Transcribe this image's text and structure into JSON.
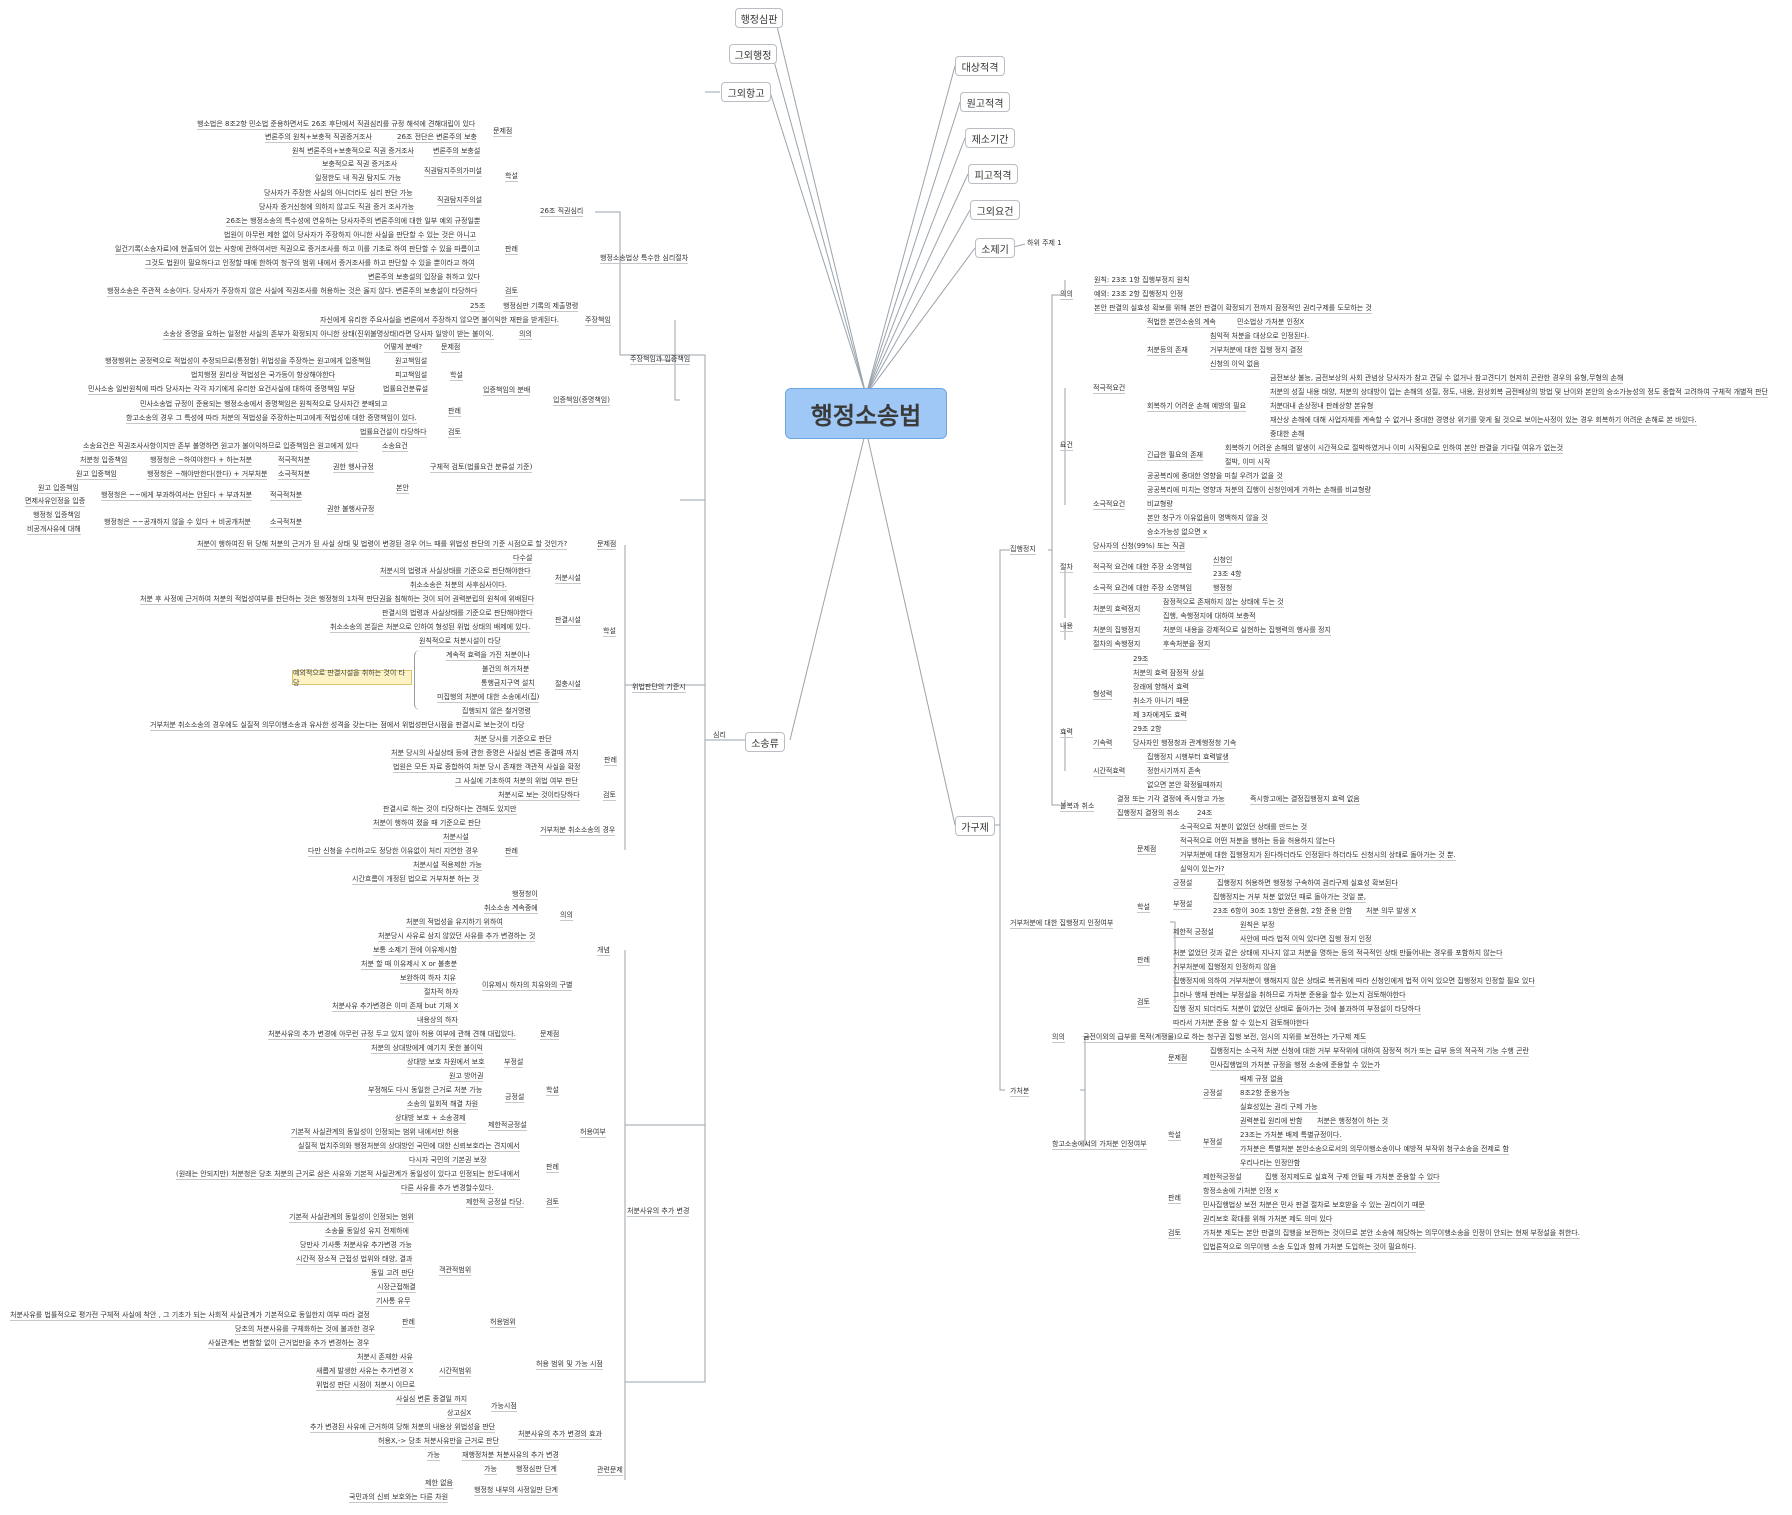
{
  "central": "행정소송법",
  "branches_top": [
    "행정심판",
    "그외행정",
    "그외항고"
  ],
  "branches_right": [
    "대상적격",
    "원고적격",
    "제소기간",
    "피고적격",
    "그외요건",
    "소제기"
  ],
  "branch_sojegi_child": "하위 주제 1",
  "branch_sosongryu": "소송류",
  "branch_gagujae": "가구제",
  "left_texts": {
    "a1": "행소법은 8조2항 민소법 준용하면서도 26조 후단에서 직권심리를 규정 해석에 견해대립이 있다",
    "a2": "문제점",
    "a3": "변론주의 원칙+보충적 직권증거조사",
    "a4": "26조 전단은 변론주의 보충",
    "a5": "원칙 변론주의+보충적으로 직권 증거조사",
    "a6": "변론주의 보충설",
    "a7": "보충적으로 직권 증거조사",
    "a8": "직권탐지주의가미설",
    "a9": "일정한도 내 직권 탐지도 가능",
    "a10": "학설",
    "a11": "당사자가 주장한 사실의 아니더라도 심리 판단 가능",
    "a12": "직권탐지주의설",
    "a13": "당사자 증거신청에 의하지 않고도 직권 증거 조사가능",
    "a14": "26조는 행정소송의 특수성에 연유하는 당사자주의 변론주의에 대한 일부 예외 규정일뿐",
    "a15": "법원이 아무런 제한 없이 당사자가 주장하지 아니한 사실을 판단할 수 있는 것은 아니고",
    "a16": "일건기록(소송자료)에 현출되어 있는 사항에 관하여서만 직권으로 증거조사를 하고 이를 기초로 하여 판단할 수 있을 따름이고",
    "a17": "판례",
    "a18": "그것도 법원이 필요하다고 인정할 때에 한하여 청구의 범위 내에서 증거조사를 하고 판단할 수 있을 뿐이라고 하여",
    "a19": "26조 직권심리",
    "a20": "변론주의 보충설의 입장을 취하고 있다",
    "a21": "행정소송은 주관적 소송이다. 당사자가 주장하지 않은 사실에 직권조사를 허용하는 것은 옳지 않다. 변론주의 보충설이 타당하다",
    "a22": "검토",
    "a23": "행정소송법상 특수한 심리절차",
    "a24": "25조",
    "a25": "행정심판 기록의 제출명령",
    "b1": "자신에게 유리한 주요사실을 변론에서 주장하지 않으면 불이익한 재판을 받게된다.",
    "b2": "주장책임",
    "b3": "소송상 증명을 요하는 일정한 사실의 존부가 확정되지 아니한 상태(진위불명상태)라면 당사자 일방이 받는 불이익.",
    "b4": "의의",
    "b5": "어떻게 분배?",
    "b6": "문제점",
    "b7": "행정행위는 공정력으로 적법성이 추정되므로(통정함) 위법성을 주장하는 원고에게 입증책임",
    "b8": "원고책임설",
    "b9": "법치행정 원리상 적법성은 국가등이 항상해야한다",
    "b10": "피고책임설",
    "b11": "민사소송 일반원칙에 따라 당사자는 각각 자기에게 유리한 요건사실에 대하여 증명책임 부담",
    "b12": "법률요건분류설",
    "b13": "학설",
    "b14": "입증책임의 분배",
    "b15": "민사소송법 규정이 준용되는 행정소송에서 증명책임은 원칙적으로 당사자간 분배되고",
    "b16": "판례",
    "b17": "항고소송의 경우 그 특성에 따라 처분의 적법성을 주장하는피고에게 적법성에 대한 증명책임이 있다.",
    "b18": "입증책임(증명책임)",
    "b19": "주장책임과 입증책임",
    "b20": "법률요건설이 타당하다",
    "b21": "검토",
    "b22": "소송요건은 직권조사사항이지만 존부 불명하면 원고가 불이익하므로 입증책임은 원고에게 있다",
    "b23": "소송요건",
    "b24": "처분청 입증책임",
    "b25": "행정청은 ~하여야한다 + 하는처분",
    "b26": "적극적처분",
    "b27": "권한 행사규정",
    "b28": "원고 입증책임",
    "b29": "행정청은 ~해야만한다(한다) + 거부처분",
    "b30": "소극적처분",
    "b31": "구체적 검토(법률요건 분류설 기준)",
    "b32": "원고 입증책임",
    "b33": "행정청은 ~~에게 부과하여서는 안된다 + 부과처분",
    "b34": "적극적처분",
    "b35": "면제사유인정을 입증",
    "b36": "본안",
    "b37": "권한 불행사규정",
    "b38": "행정청 입증책임",
    "b39": "행정청은 ~~공개하지 않을 수 있다 + 비공개처분",
    "b40": "소극적처분",
    "b41": "비공개사유에 대해",
    "c1": "처분이 행하여진 뒤 당해 처분의 근거가 된 사실 상태 및 법령이 변경된 경우 어느 때를 위법성 판단의 기준 시점으로 할 것인가?",
    "c2": "문제점",
    "c3": "다수설",
    "c4": "처분시의 법령과 사실상태를 기준으로 판단해야한다",
    "c5": "처분시설",
    "c6": "취소소송은 처분의 사후심사이다.",
    "c7": "처분 후 사정에 근거하여 처분의 적법성여부를 판단하는 것은 행정청의 1차적 판단권을 침해하는 것이 되어 권력분립의 원칙에 위배된다",
    "c8": "판결시의 법령과 사실상태를 기준으로 판단해야한다",
    "c9": "판결시설",
    "c10": "학설",
    "c11": "취소소송의 본질은 처분으로 인하여 형성된 위법 상태의 배제에 있다.",
    "c12": "원칙적으로 처분시설이 타당",
    "c13": "계속적 효력을 가진 처분이나",
    "c14": "미집행의 처분",
    "c15": "예외적으로 판결시설을 취하는 것이 타당",
    "c16": "절충시설",
    "c17": "불건의 허가처분",
    "c18": "통행금지구역 설치",
    "c19": "미집행의 처분에 대한 소송에서(집)",
    "c20": "집행되지 않은 철거명령",
    "c21": "거부처분 취소소송의 경우에도 실질적 의무이행소송과 유사한 성격을 갖는다는 점에서 위법성판단시점을 판결시로 보는것이 타당",
    "c22": "처분 당시를 기준으로 판단",
    "c23": "처분 당시의 사실상태 등에 관한 증명은 사실심 변론 종결때 까지",
    "c24": "판례",
    "c25": "법원은 모든 자료 종합하여 처분 당시 존재한 객관적 사실을 확정",
    "c26": "위법판단의 기준시",
    "c27": "그 사실에 기초하여 처분의 위법 여부 판단",
    "c28": "처분시로 보는 것이타당하다",
    "c29": "검토",
    "c30": "판결시로 하는 것이 타당하다는 견해도 있지만",
    "c31": "처분이 행하여 졌을 때 기준으로 판단",
    "c32": "거부처분 취소소송의 경우",
    "c33": "처분시설",
    "c34": "판례",
    "c35": "다만 신청을 수리하고도 정당한 이유없이 처리 지연한 경우",
    "c36": "처분시설 적용제한 가능",
    "c37": "시간흐름이 개정된 법으로 거부처분 하는 것",
    "d1": "행정청이",
    "d2": "취소소송 계속중에",
    "d3": "의의",
    "d4": "처분의 적법성을 유지하기 위하여",
    "d5": "처분당시 사유로 삼지 않았던 사유를 추가 변경하는 것",
    "d6": "개념",
    "d7": "보통 소제기 전에 이유제시함",
    "d8": "처분 할 때 이유제시 X or 불충분",
    "d9": "보완하여 하자 치유",
    "d10": "이유제시 하자의 치유와의 구별",
    "d11": "절차적 하자",
    "d12": "처분사유 추가변경은 이미 존재 but 기재 X",
    "d13": "내용상의 하자",
    "d14": "처분사유의 추가 변경에 아무런 규정 두고 있지 않아 허용 여부에 관해 견해 대립있다.",
    "d15": "문제점",
    "d16": "처분의 상대방에게 예기치 못한 불이익",
    "d17": "상대방 보호 차원에서 보호",
    "d18": "부정설",
    "d19": "원고 방어권",
    "d20": "부정해도 다시 동일한 근거로 처분 가능",
    "d21": "긍정설",
    "d22": "학설",
    "d23": "소송의 일회적 해결 차원",
    "d24": "상대방 보호 + 소송경제",
    "d25": "제한적긍정설",
    "d26": "기본적 사실관계의 동일성이 인정되는 범위 내에서만 허용",
    "d27": "허용여부",
    "d28": "실질적 법치주의와 행정처분의 상대방인 국민에 대한 신뢰보호라는 견지에서",
    "d29": "다시자 국민의 기본권 보장",
    "d30": "판례",
    "d31": "(원래는 안되지만) 처분청은 당초 처분의 근거로 삼은 사유와 기본적 사실관계가 동일성이 있다고 인정되는 한도내에서",
    "d32": "다른 사유를 추가 변경할수있다.",
    "d33": "제한적 긍정설 타당.",
    "d34": "검토",
    "d35": "처분사유의 추가 변경",
    "e1": "기본적 사실관계의 동일성이 인정되는 범위",
    "e2": "소송물 동일성 유지 전제하에",
    "e3": "당만사 기사통 처분사유 추가변경 가능",
    "e4": "시간적 장소적 근접성 법위와 태양, 결과",
    "e5": "동일 고려 판단",
    "e6": "객관적범위",
    "e7": "시장근접해결",
    "e8": "기사통 유무",
    "e9": "처분사유를 법률적으로 평가전 구체적 사실에 착안 , 그 기초가 되는 사회적 사실관계가 기본적으로 동일한지 여부 따라 결정",
    "e10": "판례",
    "e11": "당초의 처분사유를 구체화하는 것에 불과한 경우",
    "e12": "허용범위",
    "e13": "사실관계는 변함할 없이 근거법만을 추가 변경하는 경우",
    "e14": "처분시 존재한 사유",
    "e15": "새롭게 발생한 사유는 추가변경 X",
    "e16": "시간적범위",
    "e17": "위법성 판단 시점이 처분시 이므로",
    "e18": "사실심 변론 종결일 까지",
    "e19": "가능시점",
    "e20": "상고심X",
    "e21": "허용 범위 및 가능 시점",
    "e22": "추가 변경된 사유에 근거하여 당해 처분의 내용상 위법성을 판단",
    "e23": "처분사유의 추가 변경의 효과",
    "e24": "허용X,-> 당초 처분사유만을 근거로 판단",
    "e25": "가능",
    "e26": "재행정처분 처분사유의 추가 변경",
    "e27": "가능",
    "e28": "행정심판 단계",
    "e29": "관련문제",
    "e30": "제한 없음",
    "e31": "국민과의 신뢰 보호와는 다른 차원",
    "e32": "행정청 내부의 사정일판 단계",
    "sosongryu_child": "심리"
  },
  "right_texts": {
    "r1": "집행정지",
    "r2": "의의",
    "r3": "원칙: 23조 1항 집행부정지 원칙",
    "r4": "예외: 23조 2항 집행정지 인정",
    "r5": "본안 판결의 실효성 확보를 위해 본안 판결이 확정되기 전까지 잠정적인 권리구제를 도모하는 것",
    "r6": "적법한 본안소송의 계속",
    "r7": "민소법상 가처분 인정X",
    "r8": "처분등의 존재",
    "r9": "침익적 처분을 대상으로 인정된다.",
    "r10": "거부처분에 대한 집행 정지 결정",
    "r11": "신청의 이익 없음",
    "r12": "적극적요건",
    "r13": "요건",
    "r14": "금전보상 불능, 금전보상의 사회 관념상 당사자가 참고 견딜 수 없거나 참고견디기 현저히 곤란한 경우의 유형,무형의 손해",
    "r15": "처분의 성질 내용 태양, 처분의 상대방이 입는 손해의 성질, 정도, 내용, 원상회복 금전배상의 방법 및 난이와 본안의 승소가능성의 정도 종합적 고려하여 구체적 개별적 판단",
    "r16": "회복하기 어려운 손해 예방의 필요",
    "r17": "처분대내 손상정내 판례상향 본유형",
    "r18": "재산상 손해에 대해 사업자체를 계속할 수 없거나 중대한 경영상 위기를 맞게 될 것으로 보이는사정이 있는 경우 회복하기 어려운 손해로 본 바있다.",
    "r19": "중대한 손해",
    "r20": "회복하기 어려운 손해의 발생이 시간적으로 절박하였거나 이미 시작됨으로 인하여 본안 판결을 기다릴 여유가 없는것",
    "r21": "긴급한 필요의 존재",
    "r22": "절박, 이미 시작",
    "r23": "공공복리에 중대한 영향을 미칠 우려가 없을 것",
    "r24": "공공복리에 미치는 영향과 처분의 집행이 신청인에게 가하는 손해를 비교형량",
    "r25": "소극적요건",
    "r26": "비교형량",
    "r27": "본안 청구가 이유없음이 명백하지 않을 것",
    "r28": "승소가능성 없으면 x",
    "r29": "당사자의 신청(99%) 또는 직권",
    "r30": "절차",
    "r31": "적극적 요건에 대한 주장 소명책임",
    "r32": "신청인",
    "r33": "23조 4항",
    "r34": "소극적 요건에 대한 주장 소명책임",
    "r35": "행정청",
    "r36": "처분의 효력정지",
    "r37": "잠정적으로 존재하지 않는 상태에 두는 것",
    "r38": "내용",
    "r39": "집행, 속행정지에 대하여 보충적",
    "r40": "처분의 집행정지",
    "r41": "처분의 내용을 강제적으로 실현하는 집행력의 행사를 정지",
    "r42": "절차의 속행정지",
    "r43": "후속처분을 정지",
    "r44": "29조",
    "r45": "처분의 효력 잠정적 상실",
    "r46": "형성력",
    "r47": "장래에 향해서 효력",
    "r48": "취소가 아니기 때문",
    "r49": "제 3자에게도 효력",
    "r50": "효력",
    "r51": "29조 2항",
    "r52": "기속력",
    "r53": "당사자인 행정청과 관계행정청 기속",
    "r54": "집행정지 시행부터 효력발생",
    "r55": "시간적효력",
    "r56": "정한시기까지 존속",
    "r57": "없으면 본안 확정될때까지",
    "r58": "결정 또는 기각 결정에 즉시항고 가능",
    "r59": "불복과 취소",
    "r60": "즉시항고에는 결정집행정지 효력 없음",
    "r61": "집행정지 결정의 취소",
    "r62": "24조",
    "s1": "문제점",
    "s2": "소극적으로 처분이 없었던 상태를 만드는 것",
    "s3": "적극적으로 어떤 처분을 행하는 등을 허용하지 않는다",
    "s4": "거부처분에 대한 집행정지가 된다하더라도 인정된다 하더라도 신청시의 상태로 돌아가는 것 뿐.",
    "s5": "실익이 있는가?",
    "s6": "긍정설",
    "s7": "집행정지 허용하면 행정청 구속하여 권리구제 실효성 확보된다",
    "s8": "학설",
    "s9": "집행정지는 거부 처분 없었던 때로 돌아가는 것일 뿐,",
    "s10": "부정설",
    "s11": "23조 6항이 30조 1항만 준용함, 2항 준용 안함",
    "s12": "처분 의무 발생 X",
    "s13": "원칙은 부정",
    "s14": "제한적 긍정설",
    "s15": "사안에 따라 법적 이익 있다면 집행 정지 인정",
    "s16": "거부처분에 대한 집행정지 인정여부",
    "s17": "처분 없었던 것과 같은 상태에 지나지 않고 처분을 명하는 등의 적극적인 상태 만들어내는 경우를 포함하지 않는다",
    "s18": "판례",
    "s19": "거부처분에 집행정지 인정하지 않음",
    "s20": "집행정지에 의하여 거부처분이 행해지지 않은 상태로 복귀됨에 따라 신청인에게 법적 이익 있으면 집행정지 인정할 필요 있다",
    "s21": "검토",
    "s22": "그러나 행재 판례는 부정설을 취하므로 가처분 준용을 할수 있는지 검토해야한다",
    "s23": "집행 정지 되더라도 처분이 없었던 상태로 돌아가는 것에 불과하여 부정설이 타당하다",
    "s24": "따라서 가처분 준용 할 수 있는지 검토해야한다",
    "t1": "가처분",
    "t2": "의의",
    "t3": "금전이외의 급부를 목적(계쟁물)으로 하는 청구권 집행 보전, 임시의 지위를 보전하는 가구제 제도",
    "t4": "문제점",
    "t5": "집행정지는 소극적 처분 신청에 대한 거부 부작위에 대하여 잠정적 허가 또는 급부 등의 적극적 기능 수행 곤란",
    "t6": "민사집행법의 가처분 규정을 행정 소송에 준용할 수 있는가",
    "t7": "배제 규정 없음",
    "t8": "긍정설",
    "t9": "8조2항 준용가능",
    "t10": "실효성있는 권리 구제 가능",
    "t11": "권력분립 원리에 반함",
    "t12": "처분은 행정청이 하는 것",
    "t13": "23조는 가처분 배제 특별규정이다.",
    "t14": "부정설",
    "t15": "학설",
    "t16": "가처분은 특별처분 본안소송으로서의 의무이행소송이나 예방적 부작위 청구소송을 전제로 함",
    "t17": "항고소송에서의 가처분 인정여부",
    "t18": "우리나라는 인정안함",
    "t19": "제한적긍정설",
    "t20": "집행 정지제도로 실효적 구제 안될 때 가처분 준용할 수 있다",
    "t21": "항정소송에 가처분 인정 x",
    "t22": "판례",
    "t23": "민사집행법상 보전 처분은 민사 판결 절차로 보호받을 수 있는 권리이기 때문",
    "t24": "권리보호 확대를 위해 가처분 제도 의미 있다",
    "t25": "검토",
    "t26": "가처분 제도는 본안 판결의 집행을 보전하는 것이므로 본안 소송에 해당하는 의무이행소송을 인정이 안되는 현재 부정설을 취한다.",
    "t27": "입법론적으로 의무이행 소송 도입과 함께 가처분 도입하는 것이 필요하다."
  }
}
